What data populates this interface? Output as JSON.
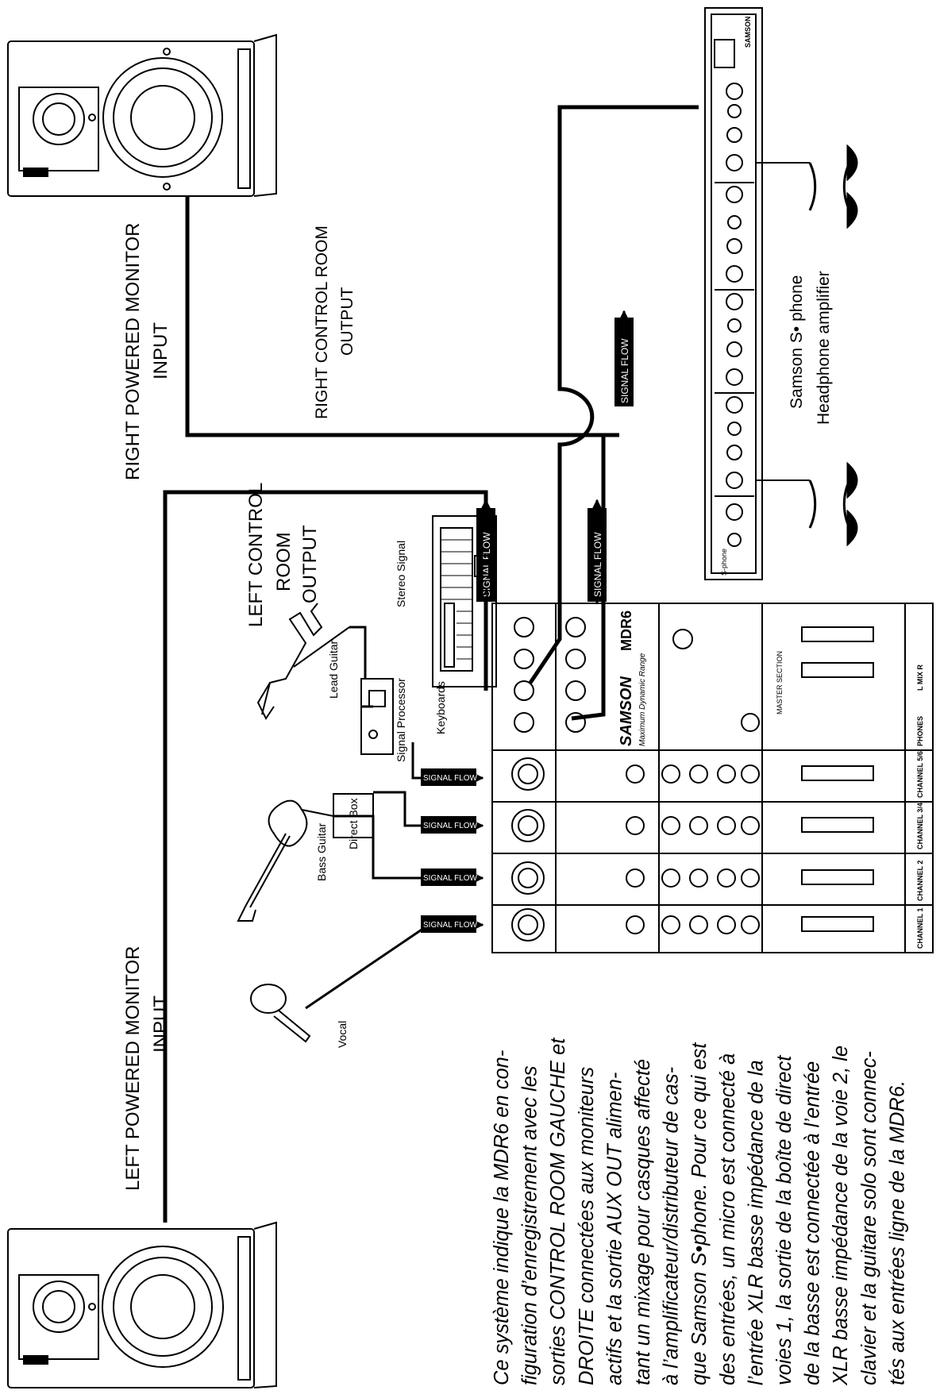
{
  "labels": {
    "right_monitor_line1": "RIGHT POWERED MONITOR",
    "right_monitor_line2": "INPUT",
    "left_monitor_line1": "LEFT POWERED MONITOR",
    "left_monitor_line2": "INPUT",
    "right_cr_line1": "RIGHT CONTROL ROOM",
    "right_cr_line2": "OUTPUT",
    "left_cr_line1": "LEFT CONTROL",
    "left_cr_line2": "ROOM",
    "left_cr_line3": "OUTPUT",
    "signal_flow": "SIGNAL FLOW",
    "headphone_line1": "Samson S• phone",
    "headphone_line2": "Headphone amplifier",
    "lead_guitar": "Lead Guitar",
    "bass_guitar": "Bass Guitar",
    "direct_box": "Direct Box",
    "signal_processor": "Signal Processor",
    "stereo_signal": "Stereo Signal",
    "keyboards": "Keyboards",
    "vocal": "Vocal",
    "samson": "SAMSON",
    "mdr6": "MDR6",
    "max_dynamic_range": "Maximum Dynamic Range",
    "master_section": "MASTER SECTION",
    "channel_1": "CHANNEL 1",
    "channel_2": "CHANNEL 2",
    "channel_34": "CHANNEL 3/4",
    "channel_56": "CHANNEL 5/6",
    "phones": "PHONES",
    "l_mix_r": "L MIX R",
    "sphone_badge": "S-phone"
  },
  "caption_lines": [
    "Ce système indique la MDR6 en con-",
    "figuration d’enregistrement avec les",
    "sorties CONTROL ROOM GAUCHE et",
    "DROITE connectées aux moniteurs",
    "actifs et la sortie AUX OUT alimen-",
    "tant un mixage pour casques affecté",
    "à l’amplificateur/distributeur de cas-",
    "que Samson S•phone. Pour ce qui est",
    "des entrées, un micro est connecté à",
    "l’entrée XLR basse impédance de la",
    "voies 1, la sortie de la boîte de direct",
    "de la basse est connectée à l’entrée",
    "XLR basse impédance de la voie 2, le",
    "clavier et la guitare solo sont connec-",
    "tés aux entrées ligne de la MDR6."
  ]
}
